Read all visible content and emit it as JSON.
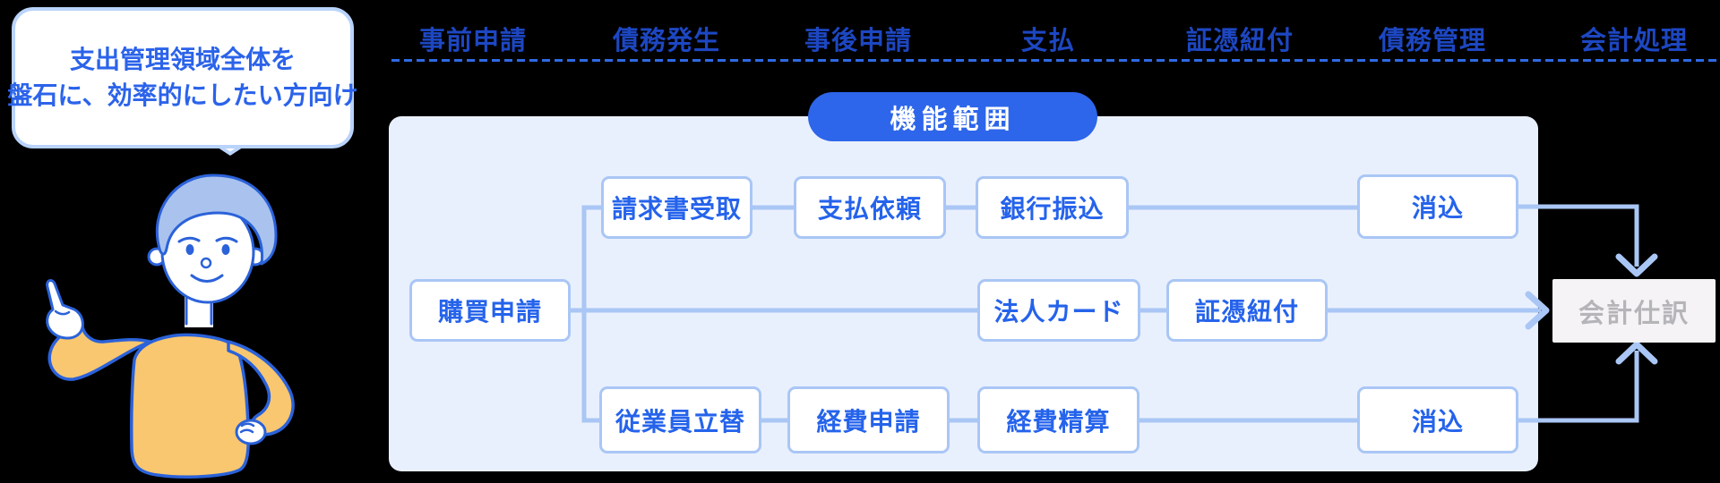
{
  "bubble": {
    "line1": "支出管理領域全体を",
    "line2": "盤石に、効率的にしたい方向け"
  },
  "stages": [
    "事前申請",
    "債務発生",
    "事後申請",
    "支払",
    "証憑紐付",
    "債務管理",
    "会計処理"
  ],
  "badge": "機能範囲",
  "flow": {
    "row1": {
      "b1": "請求書受取",
      "b2": "支払依頼",
      "b3": "銀行振込",
      "b4": "消込"
    },
    "row2": {
      "b1": "購買申請",
      "b2": "法人カード",
      "b3": "証憑紐付"
    },
    "row3": {
      "b1": "従業員立替",
      "b2": "経費申請",
      "b3": "経費精算",
      "b4": "消込"
    },
    "result": "会計仕訳"
  },
  "colors": {
    "background": "#000000",
    "header_text": "#1d47c2",
    "dashed_line": "#2e6ae3",
    "badge_bg": "#2d66ea",
    "badge_text": "#ffffff",
    "panel_bg": "#e9f0fd",
    "box_border": "#a9c6f5",
    "box_text": "#2563eb",
    "connector": "#a9c6f5",
    "result_bg": "#f5f3f5",
    "result_text": "#b5b4b8",
    "bubble_border": "#b9d3fb",
    "bubble_text": "#2b63ea",
    "illustration_outline": "#2b62d9",
    "illustration_hair": "#a9c3ee",
    "illustration_sweater": "#f9c76f"
  }
}
